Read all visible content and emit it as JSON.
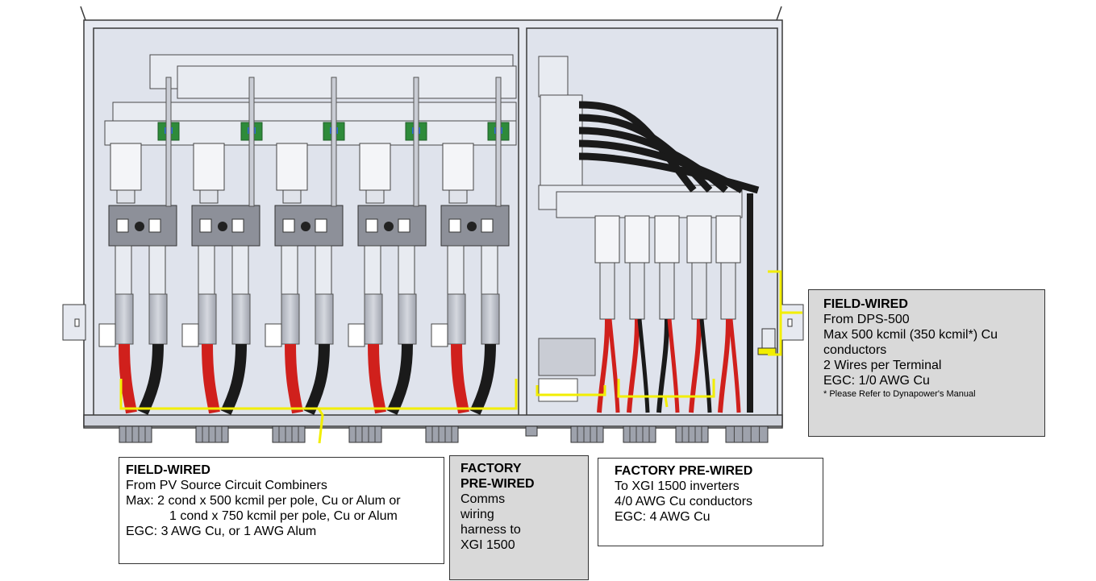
{
  "callouts": {
    "pv_source": {
      "heading": "FIELD-WIRED",
      "line1": "From PV Source Circuit Combiners",
      "line2": "Max: 2 cond x 500 kcmil per pole, Cu or Alum or",
      "line3": "1 cond x 750 kcmil per pole, Cu or Alum",
      "line4": "EGC: 3 AWG Cu, or 1 AWG Alum"
    },
    "comms": {
      "heading1": "FACTORY",
      "heading2": "PRE-WIRED",
      "line1": "Comms",
      "line2": "wiring",
      "line3": "harness to",
      "line4": "XGI 1500"
    },
    "inverters": {
      "heading": "FACTORY PRE-WIRED",
      "line1": "To XGI 1500 inverters",
      "line2": "4/0 AWG Cu conductors",
      "line3": "EGC: 4 AWG Cu"
    },
    "dps": {
      "heading": "FIELD-WIRED",
      "line1": "From DPS-500",
      "line2": "Max 500 kcmil (350 kcmil*) Cu",
      "line3": "conductors",
      "line4": "2 Wires per Terminal",
      "line5": "EGC: 1/0 AWG Cu",
      "note": "* Please Refer to Dynapower's Manual"
    }
  },
  "colors": {
    "enclosure_fill": "#dfe3ec",
    "enclosure_line": "#3a3a3a",
    "conductor_red": "#d0201c",
    "conductor_black": "#1a1a1a",
    "bracket_yellow": "#f2ee00",
    "callout_gray": "#d9d9d9",
    "terminal_board_green": "#2e8b3a"
  }
}
